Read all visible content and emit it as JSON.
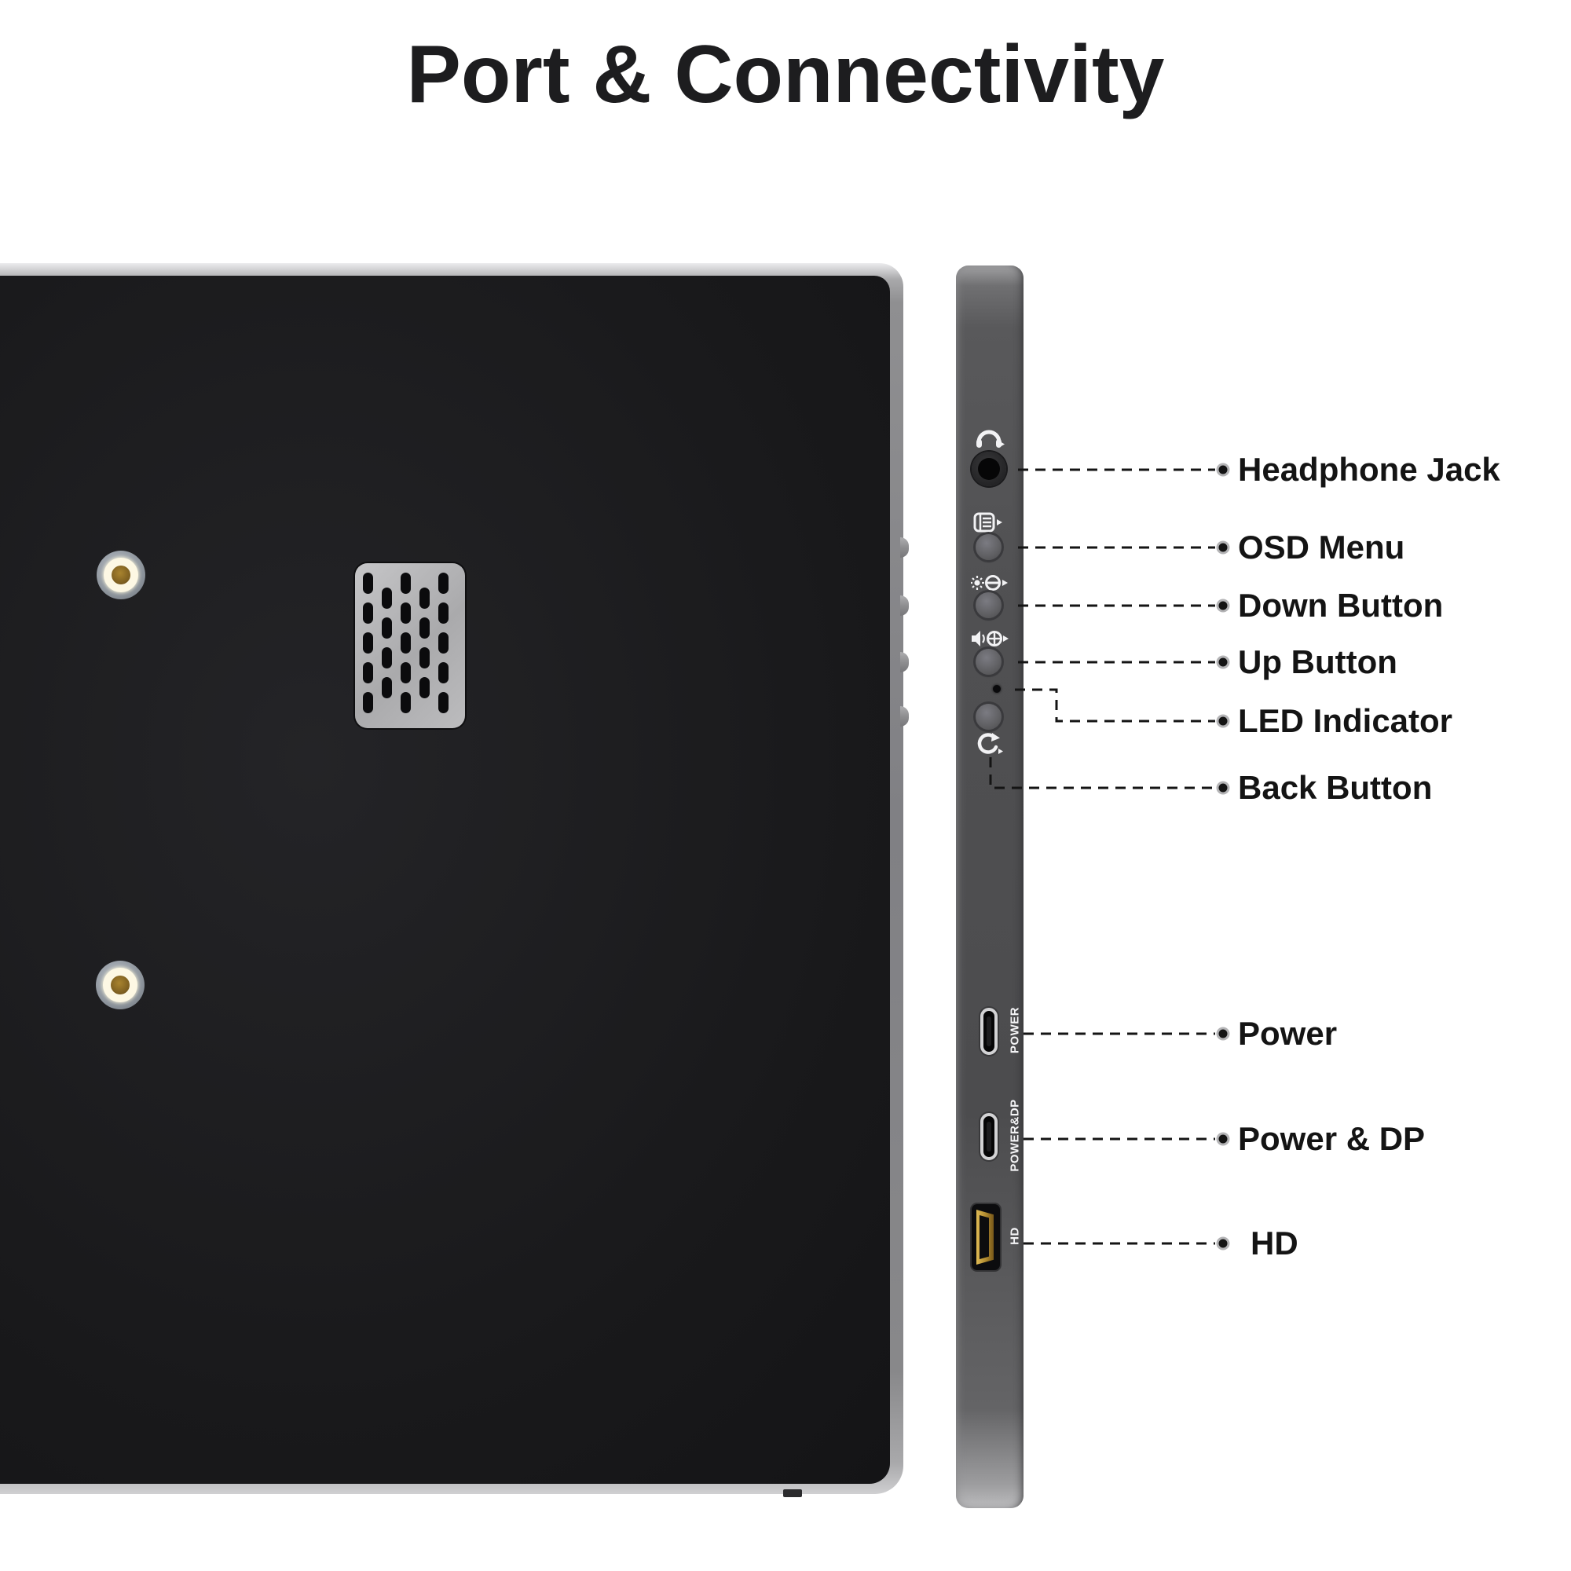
{
  "title": "Port & Connectivity",
  "side_panel": {
    "controls": [
      {
        "name": "headphone-jack",
        "icon": "headphone-icon"
      },
      {
        "name": "osd-menu-button",
        "icon": "osd-menu-icon"
      },
      {
        "name": "down-button",
        "icon": "brightness-down-icon"
      },
      {
        "name": "up-button",
        "icon": "volume-up-icon"
      },
      {
        "name": "led-indicator",
        "icon": "led-dot"
      },
      {
        "name": "back-button",
        "icon": "back-return-icon"
      }
    ],
    "port_labels": {
      "power": "POWER",
      "power_dp": "POWER&DP",
      "hd": "HD"
    }
  },
  "callouts": [
    {
      "id": "headphone-jack",
      "label": "Headphone Jack"
    },
    {
      "id": "osd-menu",
      "label": "OSD Menu"
    },
    {
      "id": "down-button",
      "label": "Down Button"
    },
    {
      "id": "up-button",
      "label": "Up Button"
    },
    {
      "id": "led-indicator",
      "label": "LED Indicator"
    },
    {
      "id": "back-button",
      "label": "Back Button"
    },
    {
      "id": "power",
      "label": "Power"
    },
    {
      "id": "power-dp",
      "label": "Power & DP"
    },
    {
      "id": "hd",
      "label": "HD"
    }
  ],
  "colors": {
    "panel_black": "#121214",
    "bezel_gray": "#8e8e90",
    "side_gray": "#525254",
    "grille_silver": "#b4b4b6",
    "screw_gold": "#8a6a2f",
    "icon_white": "#f2f2f4",
    "label_text": "#141414",
    "leader_line": "#141414"
  }
}
